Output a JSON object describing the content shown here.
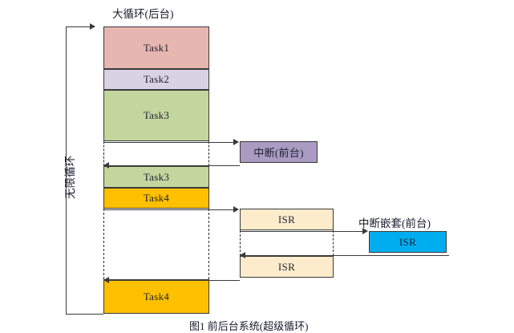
{
  "diagram": {
    "title_main_loop": "大循环(后台)",
    "title_interrupt": "中断嵌套(前台)",
    "loop_label": "无限循环",
    "caption": "图1 前后台系统(超级循环)",
    "colors": {
      "task1": "#e6b7b0",
      "task2": "#d9d2e4",
      "task3": "#c3d69e",
      "task4": "#ffc000",
      "interrupt": "#a99bc1",
      "isr_cream": "#fdeccb",
      "isr_blue": "#00aeef",
      "stroke": "#3a3a3a"
    },
    "main_column": [
      {
        "label": "Task1",
        "color_key": "task1"
      },
      {
        "label": "Task2",
        "color_key": "task2"
      },
      {
        "label": "Task3",
        "color_key": "task3"
      },
      {
        "label": "Task3",
        "color_key": "task3"
      },
      {
        "label": "Task4",
        "color_key": "task4"
      },
      {
        "label": "Task4",
        "color_key": "task4"
      }
    ],
    "interrupt_box": {
      "label": "中断(前台)",
      "color_key": "interrupt"
    },
    "isr_boxes": [
      {
        "label": "ISR",
        "color_key": "isr_cream"
      },
      {
        "label": "ISR",
        "color_key": "isr_cream"
      }
    ],
    "nested_isr_box": {
      "label": "ISR",
      "color_key": "isr_blue"
    }
  }
}
